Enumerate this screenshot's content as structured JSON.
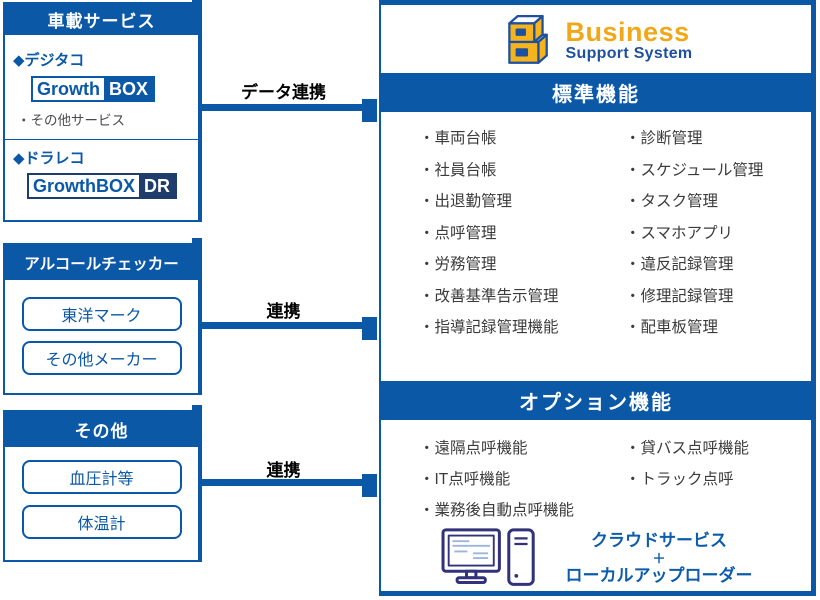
{
  "colors": {
    "primary": "#0a58a6",
    "navy": "#1e3c6c",
    "logo-yellow": "#f0a818",
    "logo-blue": "#1d509e",
    "icon-indigo": "#32327a",
    "label-black": "#000000",
    "text-dark": "#3b3b3b"
  },
  "left_boxes": {
    "vehicle": {
      "title": "車載サービス",
      "digitaco_heading": "◆デジタコ",
      "growthbox": {
        "t1": "Growth",
        "t2": "BOX"
      },
      "note": "・その他サービス",
      "drareco_heading": "◆ドラレコ",
      "growthbox_dr": {
        "t1": "GrowthBOX",
        "t2": "DR"
      }
    },
    "alcohol": {
      "title": "アルコールチェッカー",
      "buttons": [
        "東洋マーク",
        "その他メーカー"
      ]
    },
    "others": {
      "title": "その他",
      "buttons": [
        "血圧計等",
        "体温計"
      ]
    }
  },
  "connectors": {
    "c1": "データ連携",
    "c2": "連携",
    "c3": "連携"
  },
  "right_panel": {
    "logo": {
      "line1": "Business",
      "line2": "Support System"
    },
    "standard": {
      "title": "標準機能",
      "col1": [
        "・車両台帳",
        "・社員台帳",
        "・出退勤管理",
        "・点呼管理",
        "・労務管理",
        "・改善基準告示管理",
        "・指導記録管理機能"
      ],
      "col2": [
        "・診断管理",
        "・スケジュール管理",
        "・タスク管理",
        "・スマホアプリ",
        "・違反記録管理",
        "・修理記録管理",
        "・配車板管理"
      ]
    },
    "options": {
      "title": "オプション機能",
      "col1": [
        "・遠隔点呼機能",
        "・IT点呼機能",
        "・業務後自動点呼機能"
      ],
      "col2": [
        "・貸バス点呼機能",
        "・トラック点呼"
      ]
    },
    "footer": {
      "line1": "クラウドサービス",
      "line2": "＋",
      "line3": "ローカルアップローダー"
    }
  }
}
